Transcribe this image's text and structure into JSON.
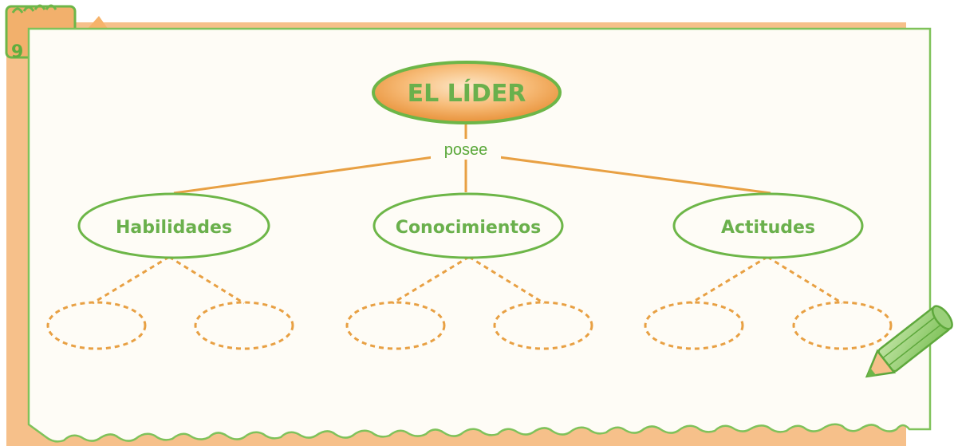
{
  "diagram": {
    "root": {
      "label": "EL LÍDER"
    },
    "connector": {
      "label": "posee"
    },
    "children": [
      {
        "label": "Habilidades",
        "blank_count": 2
      },
      {
        "label": "Conocimientos",
        "blank_count": 2
      },
      {
        "label": "Actitudes",
        "blank_count": 2
      }
    ],
    "colors": {
      "frame_orange": "#f6c08a",
      "paper": "#fefcf6",
      "green": "#72b84a",
      "orange_line": "#e8a043",
      "root_fill": "#f3a85a",
      "text_green": "#5fae3e"
    }
  }
}
